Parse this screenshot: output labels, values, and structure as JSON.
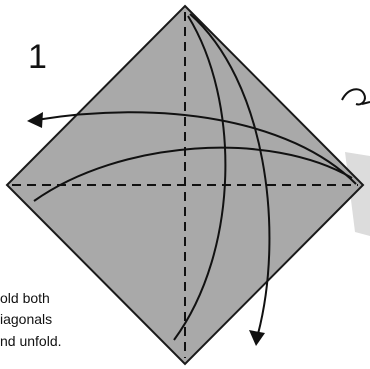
{
  "step": {
    "number": "1"
  },
  "instruction": {
    "lines": [
      "old both",
      "iagonals",
      "nd unfold."
    ]
  },
  "colors": {
    "paper_fill": "#a9a9a9",
    "paper_edge": "#1a1a1a",
    "next_panel_fill": "#dcdcdc",
    "line_color": "#111111"
  },
  "icons": {
    "flip": "turn-over-icon"
  }
}
